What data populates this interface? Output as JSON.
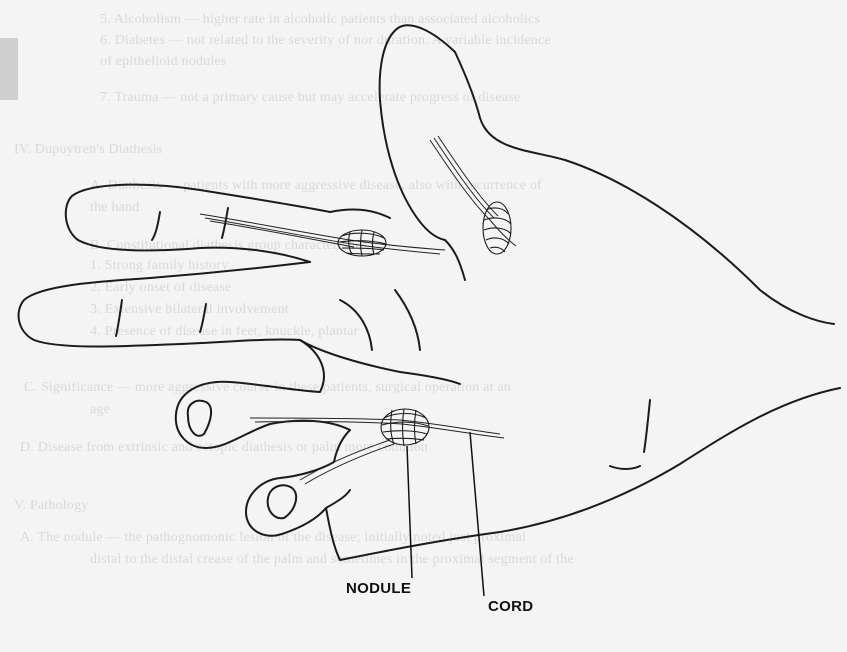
{
  "labels": {
    "nodule": "NODULE",
    "cord": "CORD"
  },
  "bleed_text": [
    "5. Alcoholism — higher rate in alcoholic patients than associated alcoholics",
    "6. Diabetes — not related to the severity of nor duration. A variable incidence",
    "   of epithelioid nodules",
    "7. Trauma — not a primary cause but may accelerate progress of disease",
    "IV. Dupuytren's Diathesis",
    "A. Diathesis — patients with more aggressive disease, also with recurrence of",
    "   the hand",
    "B. Constitutional diathesis group characteristics",
    "   1. Strong family history",
    "   2. Early onset of disease",
    "   3. Extensive bilateral involvement",
    "   4. Presence of disease in feet, knuckle, plantar",
    "C. Significance — more aggressive course in these patients, surgical operation at an",
    "   age",
    "D. Disease from extrinsic and ectopic diathesis or palm more common",
    "V. Pathology",
    "A. The nodule — the pathognomonic lesion of the disease; initially noted just proximal",
    "   distal to the distal crease of the palm and sometimes in the proximal segment of the"
  ]
}
